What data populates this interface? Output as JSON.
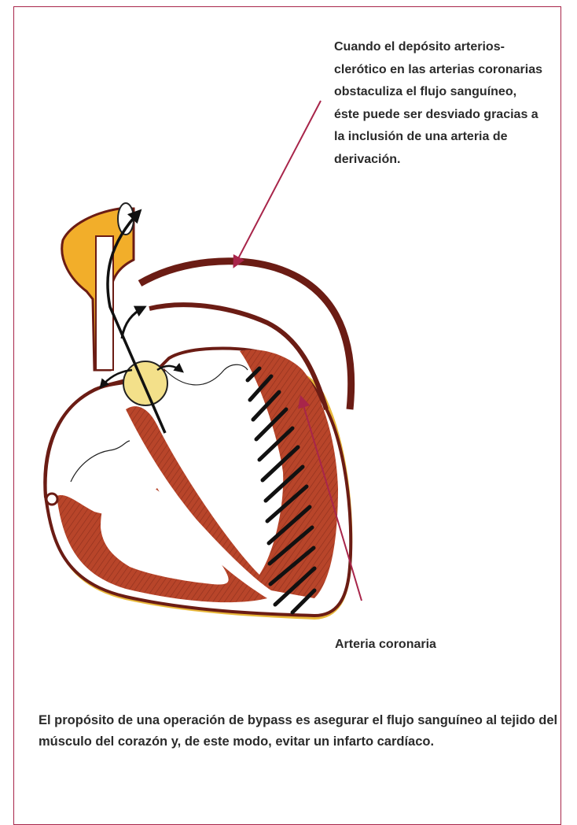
{
  "diagram": {
    "callout_top": "Cuando el depósito arterios-clerótico en las arterias coronarias obstaculiza el flujo sanguíneo, éste puede ser desviado gracias a la inclusión de una arteria de derivación.",
    "label_coronary": "Arteria coronaria",
    "footer_text": "El propósito de una operación de bypass es asegurar el flujo sanguíneo al tejido del músculo del corazón y, de este modo, evitar un infarto cardíaco."
  },
  "colors": {
    "frame": "#a8254a",
    "leader_arrow": "#a8254a",
    "muscle": "#b8452a",
    "vessel_wall": "#6b1c14",
    "aorta": "#f2ae2a",
    "valve": "#f3e08a",
    "blood_flow_arrow": "#111111",
    "text": "#2b2b2b"
  }
}
